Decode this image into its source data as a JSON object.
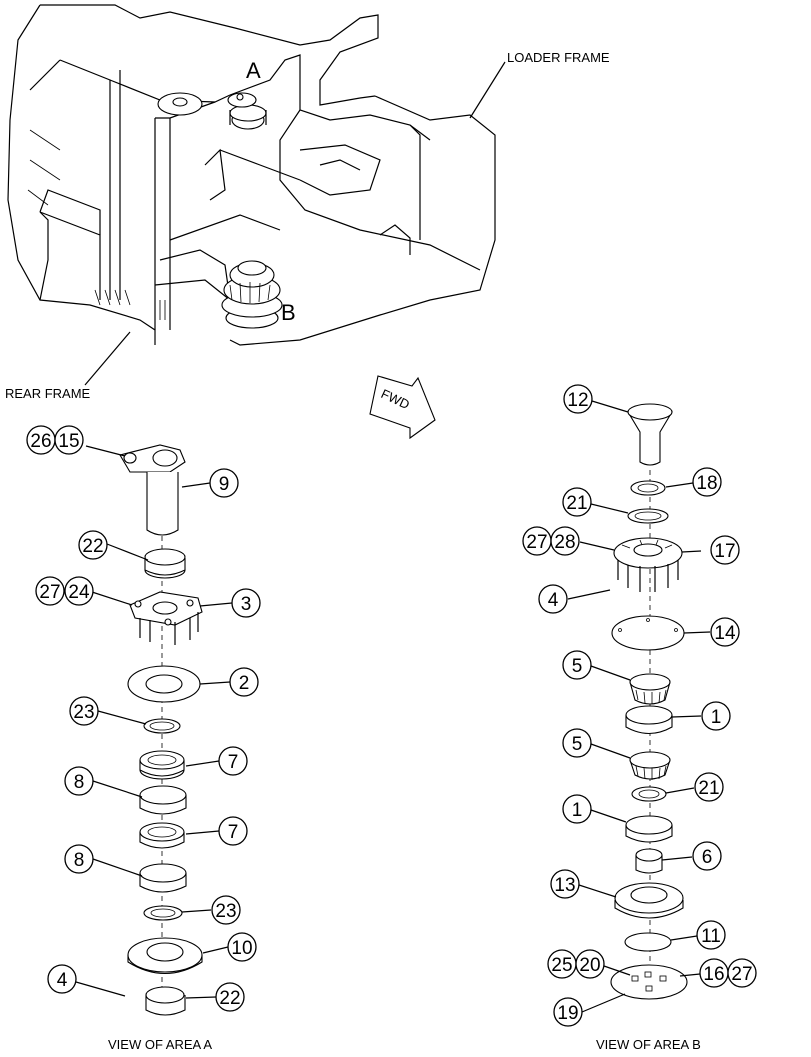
{
  "labels": {
    "loader_frame": "LOADER FRAME",
    "rear_frame": "REAR FRAME",
    "fwd": "FWD",
    "area_a": "A",
    "area_b": "B",
    "view_a": "VIEW OF AREA  A",
    "view_b": "VIEW OF AREA  B"
  },
  "callouts_a": [
    "26",
    "15",
    "9",
    "22",
    "27",
    "24",
    "3",
    "2",
    "23",
    "7",
    "8",
    "7",
    "8",
    "23",
    "10",
    "4",
    "22"
  ],
  "callouts_b": [
    "12",
    "18",
    "21",
    "27",
    "28",
    "17",
    "4",
    "14",
    "5",
    "1",
    "5",
    "21",
    "1",
    "6",
    "13",
    "11",
    "25",
    "20",
    "16",
    "27",
    "19"
  ]
}
